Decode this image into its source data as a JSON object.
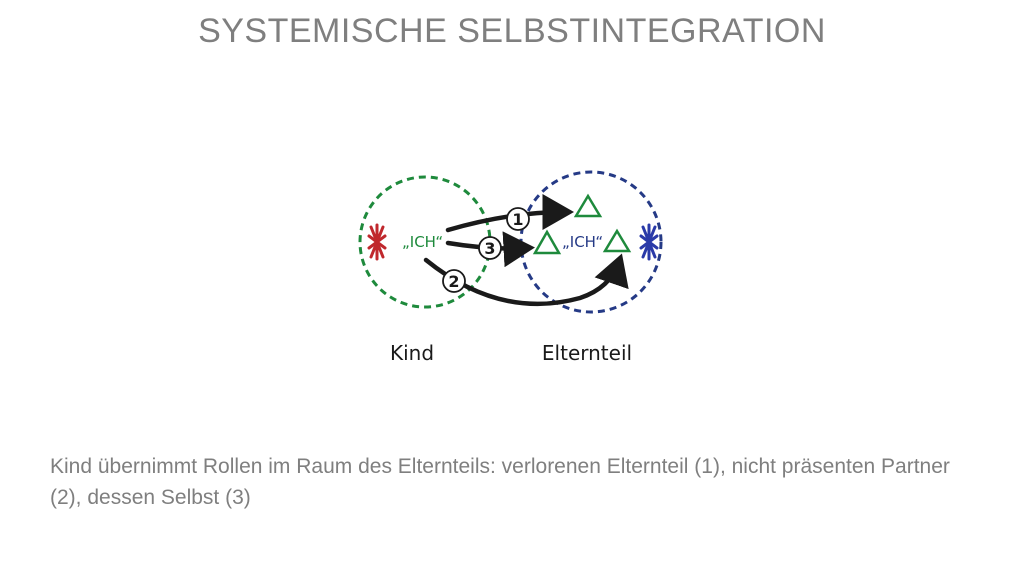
{
  "title": "SYSTEMISCHE SELBSTINTEGRATION",
  "diagram": {
    "ich_left": "„ICH“",
    "ich_right": "„ICH“",
    "num1": "1",
    "num2": "2",
    "num3": "3",
    "label_kind": "Kind",
    "label_elternteil": "Elternteil",
    "colors": {
      "kind_circle": "#1e8a3c",
      "eltern_circle": "#253a86",
      "kind_star": "#c0282d",
      "eltern_star": "#2a3aa8",
      "triangle": "#1e8a3c",
      "arrow": "#1a1a1a"
    }
  },
  "caption": "Kind übernimmt Rollen im Raum des Elternteils: verlorenen Elternteil (1), nicht präsenten Partner (2), dessen Selbst (3)"
}
